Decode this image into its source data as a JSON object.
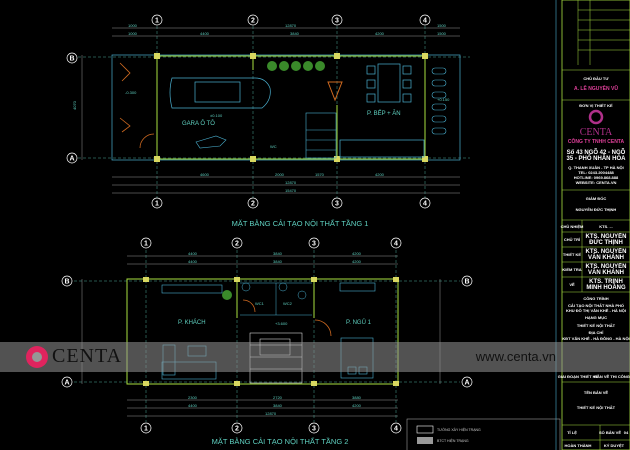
{
  "floor1": {
    "title": "MẶT BẰNG CẢI TẠO NỘI THẤT TẦNG 1",
    "axes": [
      "1",
      "2",
      "3",
      "4"
    ],
    "rows": [
      "A",
      "B"
    ],
    "top_dims": [
      "1000",
      "12870",
      "1500"
    ],
    "top_dims2": [
      "1000",
      "4400",
      "3840",
      "4200",
      "1500"
    ],
    "bottom_dims": [
      "4600",
      "2000",
      "1570",
      "4200"
    ],
    "bottom_total": "12870",
    "overall": "15470",
    "left_dim": "4070",
    "rooms": {
      "garage": "GARA Ô TÔ",
      "kitchen": "P. BẾP + ĂN",
      "wc": "WC"
    },
    "levels": [
      "-0.300",
      "±0.100",
      "+0.150"
    ]
  },
  "floor2": {
    "title": "MẶT BẰNG CẢI TẠO NỘI THẤT TẦNG 2",
    "axes": [
      "1",
      "2",
      "3",
      "4"
    ],
    "rows": [
      "A",
      "B"
    ],
    "top_dims": [
      "4400",
      "3840",
      "4200"
    ],
    "bottom_dims": [
      "2300",
      "2720",
      "3880"
    ],
    "bottom_total": "12870",
    "rooms": {
      "living": "P. KHÁCH",
      "bedroom": "P. NGỦ 1",
      "wc1": "WC1",
      "wc2": "WC2"
    },
    "level": "+3.600"
  },
  "legend": [
    "TƯỜNG XÂY HIỆN TRẠNG",
    "BTCT HIỆN TRẠNG"
  ],
  "title_block": {
    "owner_label": "CHỦ ĐẦU TƯ",
    "owner": "A. LÊ NGUYÊN VŨ",
    "designer_label": "ĐƠN VỊ THIẾT KẾ",
    "company_logo": "CENTA",
    "company": "CÔNG TY TNHH CENTA",
    "company_lines": [
      "Số 43 NGÕ 42 - NGÕ 35 - PHỐ NHÂN HÒA",
      "Q. THANH XUÂN - TP HÀ NỘI",
      "TEL: 0243.2004488",
      "HOTLINE: 0969.868.888",
      "WEBSITE: CENTA.VN"
    ],
    "director_label": "GIÁM ĐỐC",
    "director": "NGUYỄN ĐỨC THỊNH",
    "roles": [
      {
        "label": "CHỦ NHIỆM",
        "value": "KTS. ..."
      },
      {
        "label": "CHỦ TRÌ",
        "value": "KTS. NGUYỄN ĐỨC THỊNH"
      },
      {
        "label": "THIẾT KẾ",
        "value": "KTS. NGUYỄN VĂN KHÁNH"
      },
      {
        "label": "KIỂM TRA",
        "value": "KTS. NGUYỄN VĂN KHÁNH"
      },
      {
        "label": "VẼ",
        "value": "KTS. TRỊNH MINH HOÀNG"
      }
    ],
    "project_label": "CÔNG TRÌNH",
    "project": [
      "CẢI TẠO NỘI THẤT NHÀ PHỐ",
      "KHU ĐÔ THỊ VĂN KHÊ - HÀ NỘI"
    ],
    "category_label": "HẠNG MỤC",
    "category": "THIẾT KẾ NỘI THẤT",
    "address_label": "ĐỊA CHỈ",
    "address": "KĐT VĂN KHÊ - HÀ ĐÔNG - HÀ NỘI",
    "phase": "GIAI ĐOẠN THIẾT KẾ",
    "phase2": "BẢN VẼ THI CÔNG",
    "sheet_label": "TÊN BẢN VẼ",
    "sheet_name": "THIẾT KẾ NỘI THẤT",
    "scale_label": "TỈ LỆ",
    "sheet_no_label": "SỐ BẢN VẼ",
    "sheet_no": "04",
    "finish_label": "HOÀN THÀNH",
    "sign_label": "KÝ DUYỆT"
  },
  "watermark": {
    "brand": "CENTA",
    "url": "www.centa.vn"
  },
  "colors": {
    "wall": "#a8e040",
    "furniture": "#4ab0d0",
    "door": "#d06a20",
    "column": "#d8d860",
    "dim": "#5fd0c0",
    "brand": "#e0245e"
  }
}
